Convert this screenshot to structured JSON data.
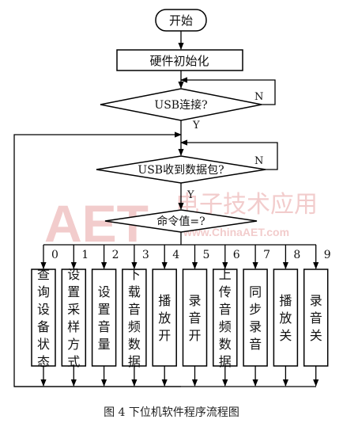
{
  "start": "开始",
  "init": "硬件初始化",
  "usb_check": "USB连接?",
  "usb_check_no": "N",
  "usb_check_yes": "Y",
  "recv_check": "USB收到数据包?",
  "recv_check_no": "N",
  "recv_check_yes": "Y",
  "cmd_check": "命令值=?",
  "branches": [
    {
      "code": "0",
      "label": "查询设备状态"
    },
    {
      "code": "1",
      "label": "设置采样方式"
    },
    {
      "code": "2",
      "label": "设置音量"
    },
    {
      "code": "3",
      "label": "下载音频数据"
    },
    {
      "code": "4",
      "label": "播放开"
    },
    {
      "code": "5",
      "label": "录音开"
    },
    {
      "code": "6",
      "label": "上传音频数据"
    },
    {
      "code": "7",
      "label": "同步录音"
    },
    {
      "code": "8",
      "label": "播放关"
    },
    {
      "code": "9",
      "label": "录音关"
    }
  ],
  "caption": "图 4   下位机软件程序流程图",
  "watermark": {
    "logo": "AET",
    "cn_text": "电子技术应用",
    "url": "www.ChinaAET.com",
    "color": "#e8a3a3"
  }
}
